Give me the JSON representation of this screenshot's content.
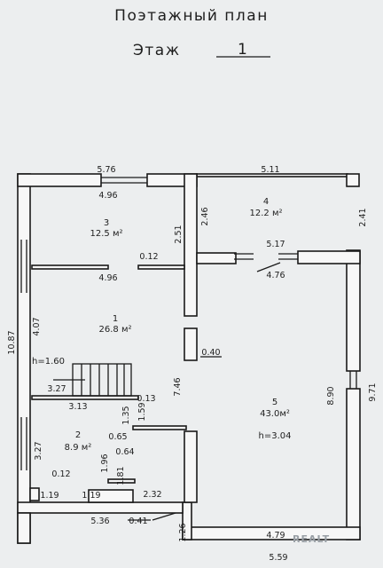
{
  "header": {
    "title": "Поэтажный план",
    "floor_label": "Этаж",
    "floor_number": "1"
  },
  "rooms": [
    {
      "num": "3",
      "area": "12.5 м²"
    },
    {
      "num": "4",
      "area": "12.2 м²"
    },
    {
      "num": "1",
      "area": "26.8 м²"
    },
    {
      "num": "2",
      "area": "8.9 м²"
    },
    {
      "num": "5",
      "area": "43.0м²",
      "height": "h=3.04"
    }
  ],
  "stair_height": "h=1.60",
  "dimensions": {
    "top_left": "5.76",
    "top_right": "5.11",
    "r3_top": "4.96",
    "r3_bottom": "4.96",
    "r3_right": "2.51",
    "r3_small": "0.12",
    "r4_left": "2.46",
    "r4_right": "2.41",
    "r4_bottom": "5.17",
    "r5_top": "4.76",
    "r5_left": "8.90",
    "r5_right": "9.71",
    "r5_bottom": "4.79",
    "overall_bottom": "5.59",
    "corridor_width": "1.26",
    "left_total": "10.87",
    "r1_left": "4.07",
    "r1_right": "7.46",
    "r1_small": "0.40",
    "stair_a": "3.27",
    "stair_b": "3.13",
    "stair_c": "0.13",
    "r2_a": "1.35",
    "r2_b": "1.59",
    "r2_c": "0.65",
    "r2_d": "0.64",
    "r2_e": "1.96",
    "r2_f": "1.81",
    "r2_left": "3.27",
    "r2_g": "0.12",
    "r2_h": "1.19",
    "r2_i": "1.19",
    "r2_j": "2.32",
    "r2_bottom": "5.36",
    "r2_k": "0.41"
  },
  "watermark": "REALT"
}
